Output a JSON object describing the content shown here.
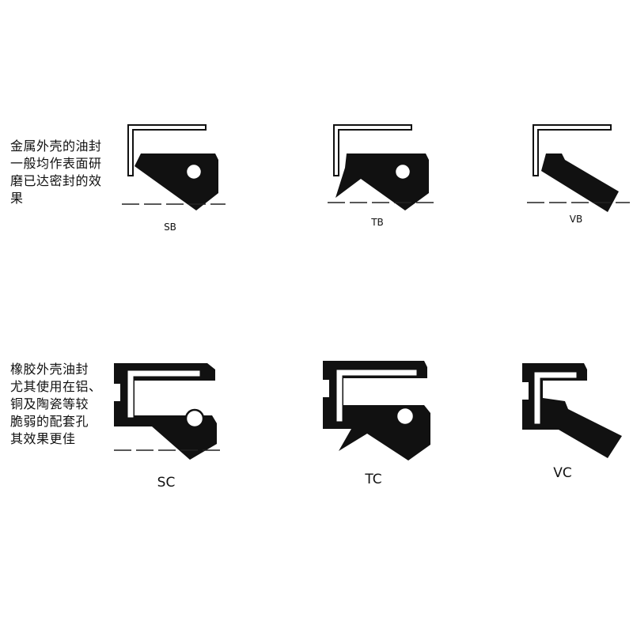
{
  "notes": {
    "metal_case": [
      "金属外壳的油封",
      "一般均作表面研",
      "磨已达密封的效",
      "果"
    ],
    "rubber_case": [
      "橡胶外壳油封",
      "尤其使用在铝、",
      "铜及陶瓷等较",
      "脆弱的配套孔",
      "其效果更佳"
    ]
  },
  "seals": [
    {
      "label": "SB"
    },
    {
      "label": "TB"
    },
    {
      "label": "VB"
    },
    {
      "label": "SC"
    },
    {
      "label": "TC"
    },
    {
      "label": "VC"
    }
  ]
}
